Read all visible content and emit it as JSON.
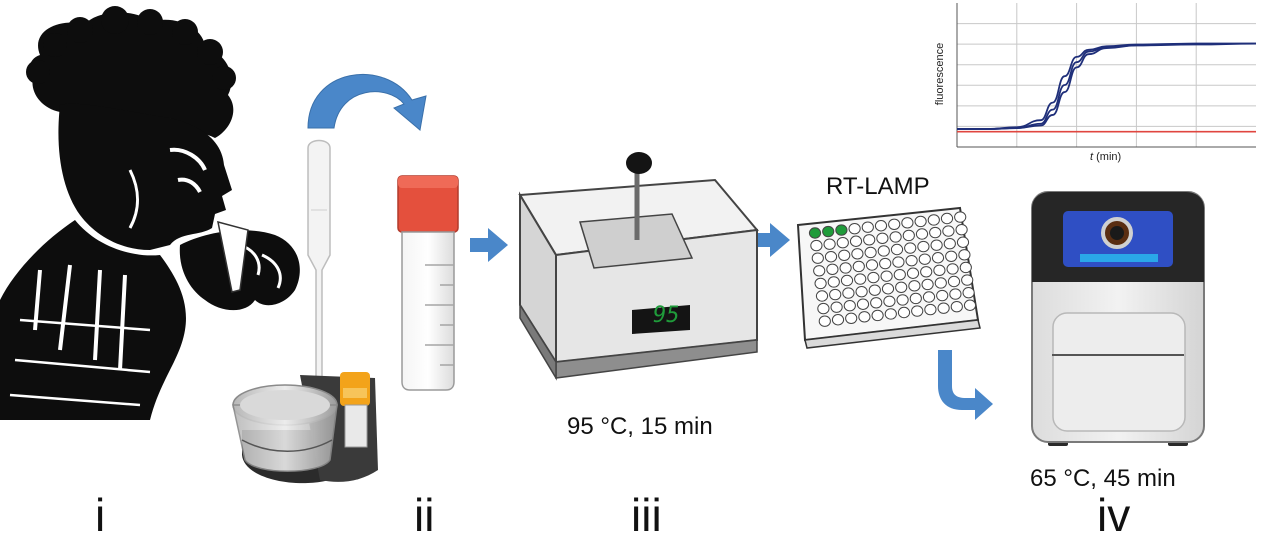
{
  "steps": {
    "step1": "i",
    "step2": "ii",
    "step3": "iii",
    "step4": "iv"
  },
  "heater": {
    "display_value": "95",
    "condition": "95 °C, 15 min"
  },
  "plate": {
    "title": "RT-LAMP"
  },
  "incubator": {
    "condition": "65 °C, 45 min"
  },
  "chart_data": {
    "type": "line",
    "xlabel_italic": "t",
    "xlabel_unit": " (min)",
    "ylabel": "fluorescence",
    "grid": true,
    "series": [
      {
        "x": [
          0,
          10,
          20,
          28,
          32,
          36,
          40,
          44,
          50,
          60,
          80,
          100
        ],
        "values": [
          0.0,
          0.0,
          0.02,
          0.1,
          0.3,
          0.6,
          0.82,
          0.9,
          0.94,
          0.96,
          0.97,
          0.97
        ]
      },
      {
        "x": [
          0,
          10,
          20,
          28,
          32,
          36,
          40,
          44,
          50,
          60,
          80,
          100
        ],
        "values": [
          0.0,
          0.0,
          0.01,
          0.06,
          0.22,
          0.5,
          0.76,
          0.88,
          0.93,
          0.95,
          0.97,
          0.97
        ]
      },
      {
        "x": [
          0,
          10,
          20,
          28,
          32,
          36,
          40,
          44,
          50,
          60,
          80,
          100
        ],
        "values": [
          0.0,
          0.0,
          0.01,
          0.04,
          0.16,
          0.42,
          0.7,
          0.85,
          0.92,
          0.95,
          0.96,
          0.97
        ]
      },
      {
        "x": [
          0,
          100
        ],
        "values": [
          -0.03,
          -0.03
        ]
      }
    ],
    "colors": {
      "positive": "#1f2f7a",
      "negative": "#e0463f"
    }
  },
  "colors": {
    "arrow": "#4a87c9",
    "tube_cap": "#e4503d",
    "display_digits": "#1f9b3a",
    "well_positive": "#1f9b3a",
    "incubator_panel": "#2f4fc4",
    "incubator_slot": "#2aa7e8"
  }
}
